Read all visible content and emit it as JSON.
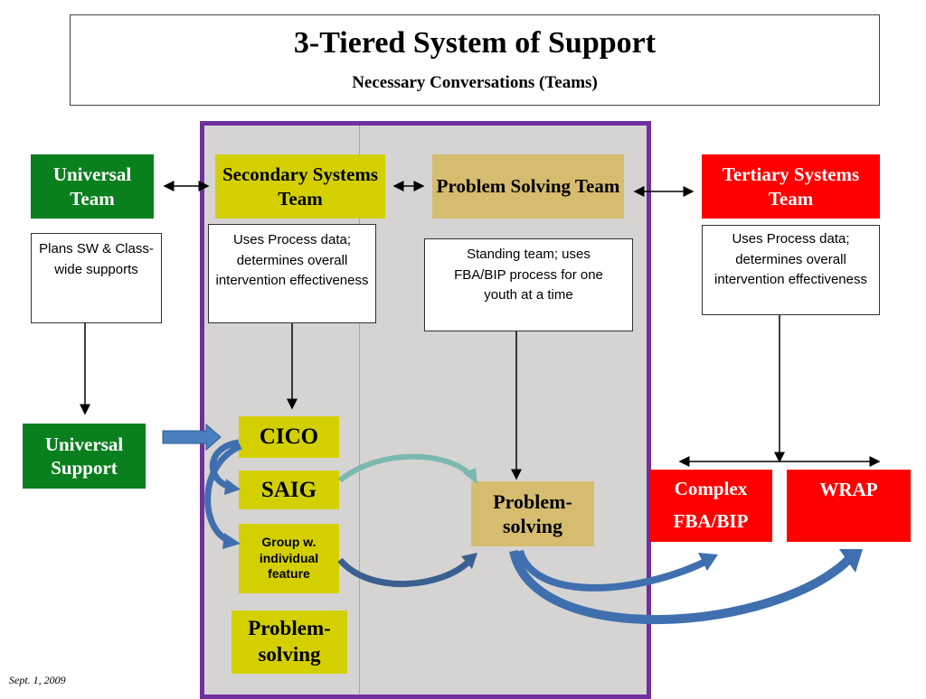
{
  "title": "3-Tiered System of Support",
  "subtitle": "Necessary Conversations (Teams)",
  "universal_team": "Universal Team",
  "universal_note": "Plans SW & Class-wide supports",
  "universal_support": "Universal Support",
  "secondary_team": "Secondary Systems Team",
  "secondary_note": "Uses Process data; determines overall intervention effectiveness",
  "problem_solving_team": "Problem Solving Team",
  "problem_solving_note": "Standing team; uses FBA/BIP process for one youth at a time",
  "tertiary_team": "Tertiary Systems Team",
  "tertiary_note": "Uses Process data; determines overall intervention effectiveness",
  "cico": "CICO",
  "saig": "SAIG",
  "group_individual": "Group w. individual feature",
  "problem_solving_left": "Problem-solving",
  "problem_solving_mid": "Problem-solving",
  "complex_fba": "Complex FBA/BIP",
  "wrap": "WRAP",
  "date": "Sept. 1, 2009",
  "colors": {
    "universal": "#0a7f1e",
    "tertiary": "#ff0000",
    "secondary": "#d4d000",
    "problem_solving": "#d5bc6e",
    "panel_border": "#7030a0",
    "flow_arrow": "#3f6fae"
  }
}
